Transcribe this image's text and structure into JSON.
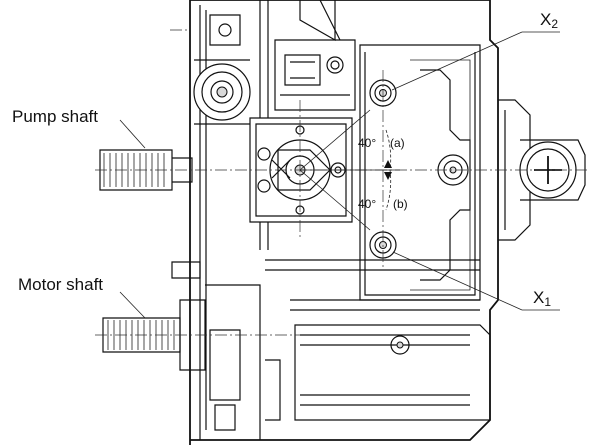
{
  "labels": {
    "pump_shaft": "Pump shaft",
    "motor_shaft": "Motor shaft",
    "x2_main": "X",
    "x2_sub": "2",
    "x1_main": "X",
    "x1_sub": "1",
    "angle_a": "40°",
    "angle_b": "40°",
    "pos_a": "(a)",
    "pos_b": "(b)"
  }
}
